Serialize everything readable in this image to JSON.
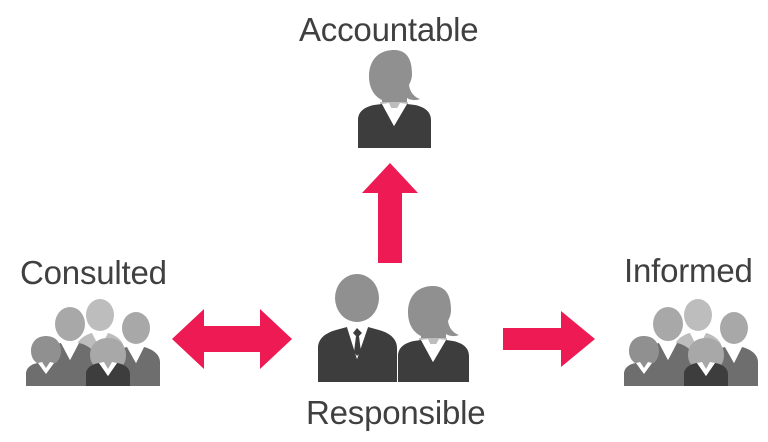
{
  "diagram": {
    "type": "raci-responsibility-assignment-matrix",
    "background_color": "#ffffff"
  },
  "colors": {
    "arrow": "#ED1A53",
    "figure_dark": "#3D3D3D",
    "figure_mid": "#6E6E6E",
    "figure_gray": "#909090",
    "figure_light": "#A8A8A8",
    "figure_lighter": "#BDBDBD",
    "shirt_white": "#FFFFFF",
    "text": "#404040"
  },
  "nodes": {
    "accountable": {
      "label": "Accountable",
      "icon": "person-woman-icon",
      "count": 1
    },
    "consulted": {
      "label": "Consulted",
      "icon": "people-group-icon",
      "count": 5
    },
    "responsible": {
      "label": "Responsible",
      "icon": "person-pair-icon",
      "count": 2
    },
    "informed": {
      "label": "Informed",
      "icon": "people-group-icon",
      "count": 5
    }
  },
  "arrows": [
    {
      "name": "arrow-up",
      "icon": "arrow-up-icon",
      "direction": "up",
      "from": "responsible",
      "to": "accountable",
      "color": "#ED1A53"
    },
    {
      "name": "arrow-bidirectional",
      "icon": "arrow-left-right-icon",
      "direction": "bidirectional",
      "from": "consulted",
      "to": "responsible",
      "color": "#ED1A53"
    },
    {
      "name": "arrow-right",
      "icon": "arrow-right-icon",
      "direction": "right",
      "from": "responsible",
      "to": "informed",
      "color": "#ED1A53"
    }
  ]
}
